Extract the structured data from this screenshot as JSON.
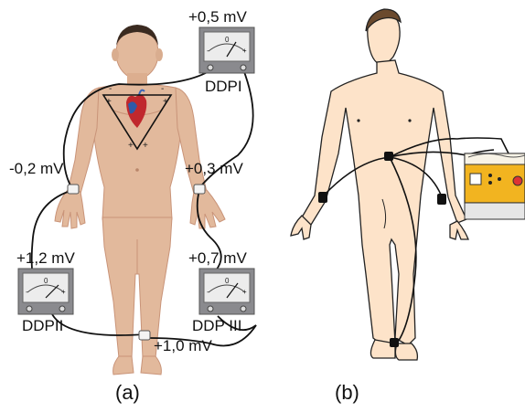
{
  "panel_a": {
    "caption": "(a)",
    "readings": {
      "top": "+0,5 mV",
      "left": "-0,2 mV",
      "right": "+0,3 mV",
      "lower_left": "+1,2 mV",
      "lower_right": "+0,7 mV",
      "bottom": "+1,0 mV"
    },
    "meters": {
      "top": "DDPI",
      "lower_left": "DDPII",
      "lower_right": "DDP III"
    },
    "meter_dial": {
      "zero": "0",
      "minus": "-",
      "plus": "+"
    },
    "triangle_signs": [
      "-",
      "-",
      "+",
      "+",
      "+",
      "+"
    ]
  },
  "panel_b": {
    "caption": "(b)"
  },
  "colors": {
    "skin": "#e2b99c",
    "skin_shadow": "#c99479",
    "skin_b": "#fde3c9",
    "meter_case": "#8a8a8e",
    "device": "#f2b420"
  }
}
